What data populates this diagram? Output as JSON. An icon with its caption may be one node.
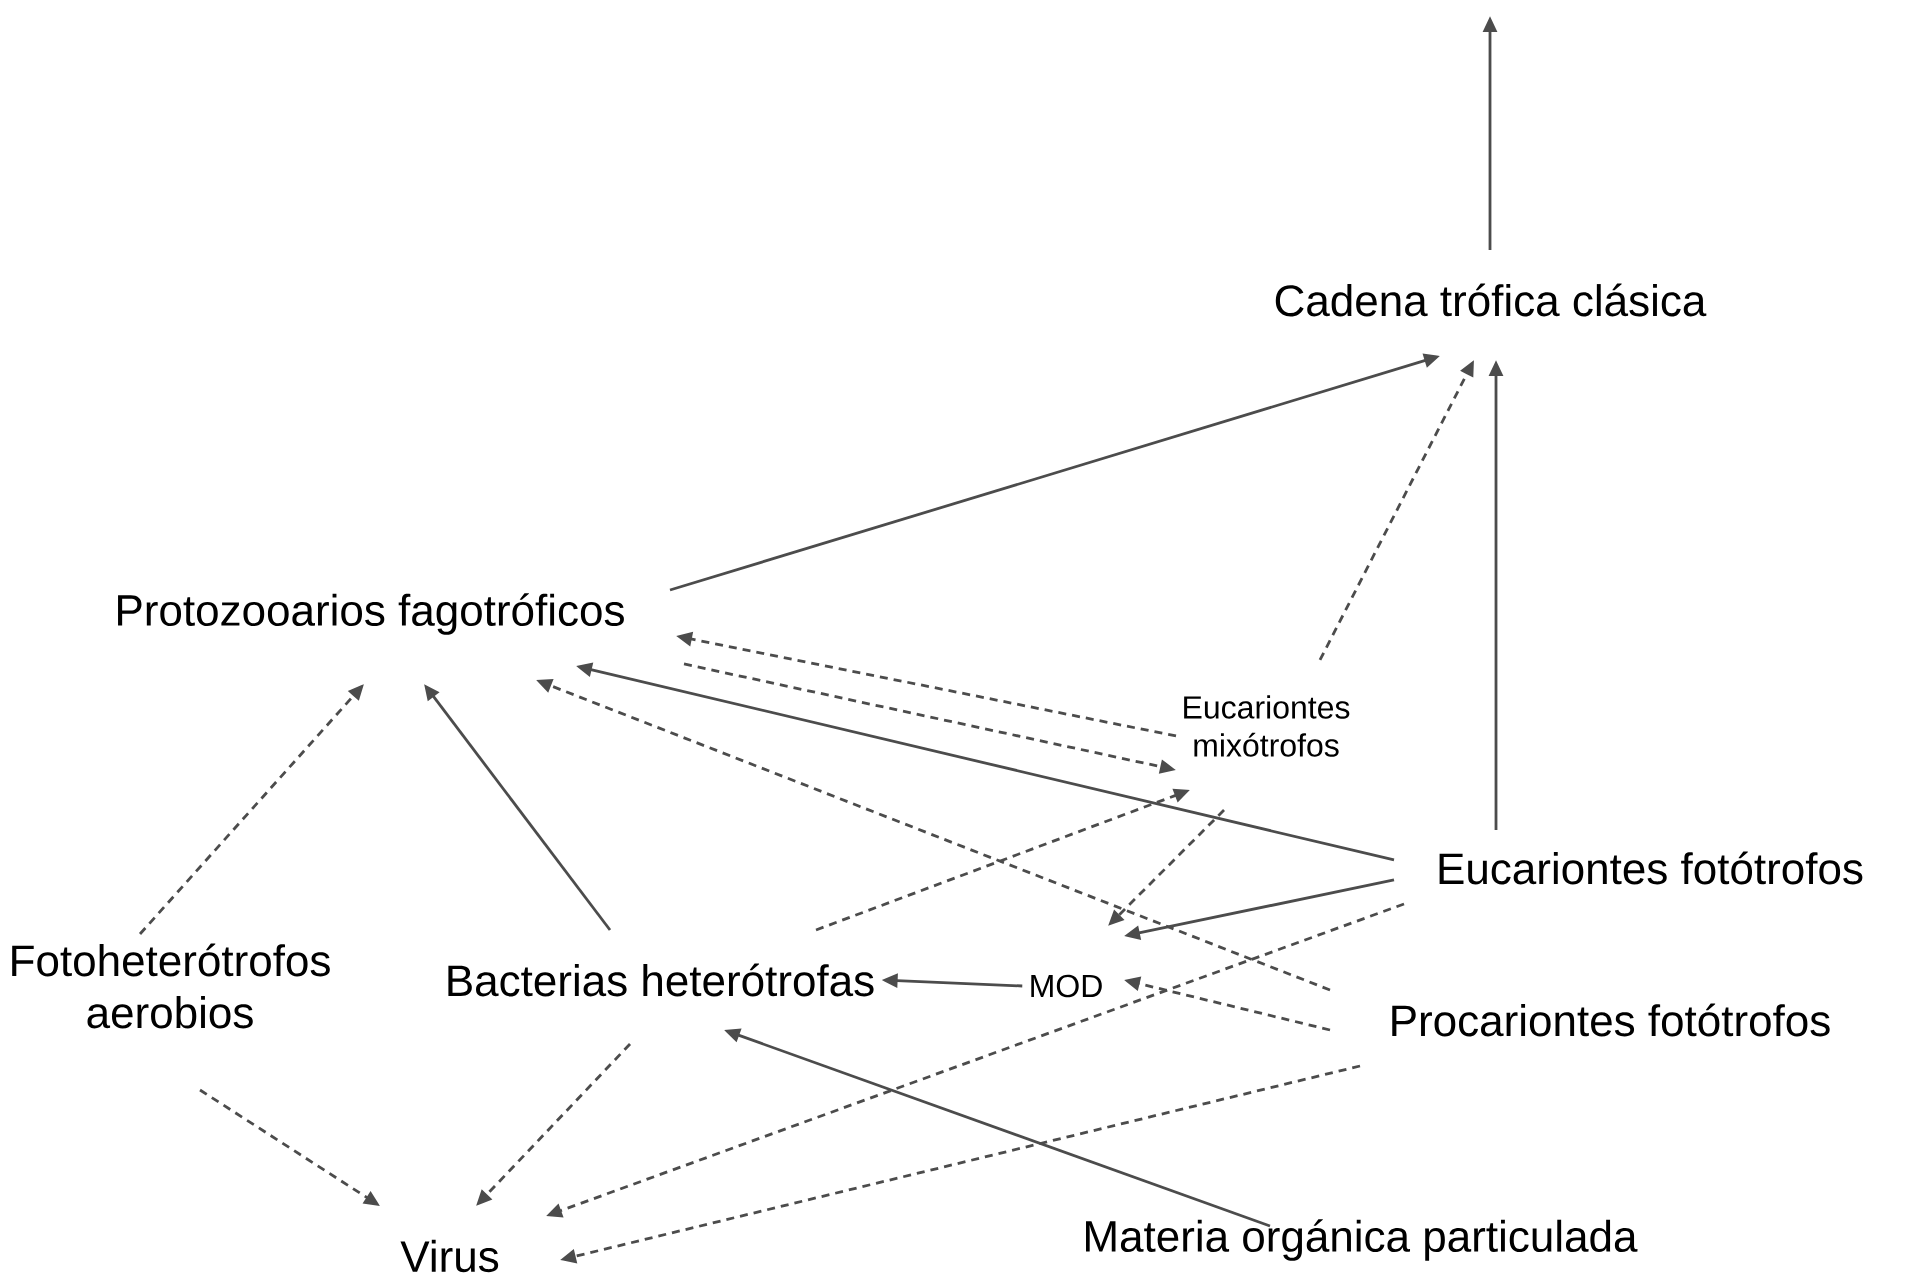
{
  "diagram": {
    "nodes": [
      {
        "text": [
          "Cadena trófica clásica"
        ]
      },
      {
        "text": [
          "Protozooarios fagotróficos"
        ]
      },
      {
        "text": [
          "Eucariontes mixótrofos"
        ]
      },
      {
        "text": [
          "Eucariontes fotótrofos"
        ]
      },
      {
        "text": [
          "Fotoheterótrofos aerobios"
        ]
      },
      {
        "text": [
          "Bacterias heterótrofas"
        ]
      },
      {
        "text": [
          "MOD"
        ]
      },
      {
        "text": [
          "Procariontes fotótrofos"
        ]
      },
      {
        "text": [
          "Virus"
        ]
      },
      {
        "text": [
          "Materia orgánica particulada"
        ]
      }
    ],
    "edges": [
      {
        "from": 0,
        "to": null,
        "arrow": "to"
      },
      {
        "from": 1,
        "to": 0,
        "arrow": "to"
      },
      {
        "from": 2,
        "to": 0,
        "arrow": "to",
        "style": "dashed"
      },
      {
        "from": 3,
        "to": 0,
        "arrow": "to"
      },
      {
        "from": 2,
        "to": 1,
        "arrow": "to",
        "style": "dashed"
      },
      {
        "from": 1,
        "to": 2,
        "arrow": "to",
        "style": "dashed"
      },
      {
        "from": 3,
        "to": 1,
        "arrow": "to"
      },
      {
        "from": 7,
        "to": 1,
        "arrow": "to",
        "style": "dashed"
      },
      {
        "from": 5,
        "to": 2,
        "arrow": "to",
        "style": "dashed"
      },
      {
        "from": 2,
        "to": 6,
        "arrow": "to",
        "style": "dashed"
      },
      {
        "from": 3,
        "to": 6,
        "arrow": "to"
      },
      {
        "from": 7,
        "to": 6,
        "arrow": "to",
        "style": "dashed"
      },
      {
        "from": 6,
        "to": 5,
        "arrow": "to"
      },
      {
        "from": 9,
        "to": 5,
        "arrow": "to"
      },
      {
        "from": 4,
        "to": 1,
        "arrow": "to",
        "style": "dashed"
      },
      {
        "from": 5,
        "to": 1,
        "arrow": "to"
      },
      {
        "from": 4,
        "to": 8,
        "arrow": "to",
        "style": "dashed"
      },
      {
        "from": 5,
        "to": 8,
        "arrow": "to",
        "style": "dashed"
      },
      {
        "from": 3,
        "to": 8,
        "arrow": "to",
        "style": "dashed"
      },
      {
        "from": 7,
        "to": 8,
        "arrow": "to",
        "style": "dashed"
      }
    ]
  }
}
